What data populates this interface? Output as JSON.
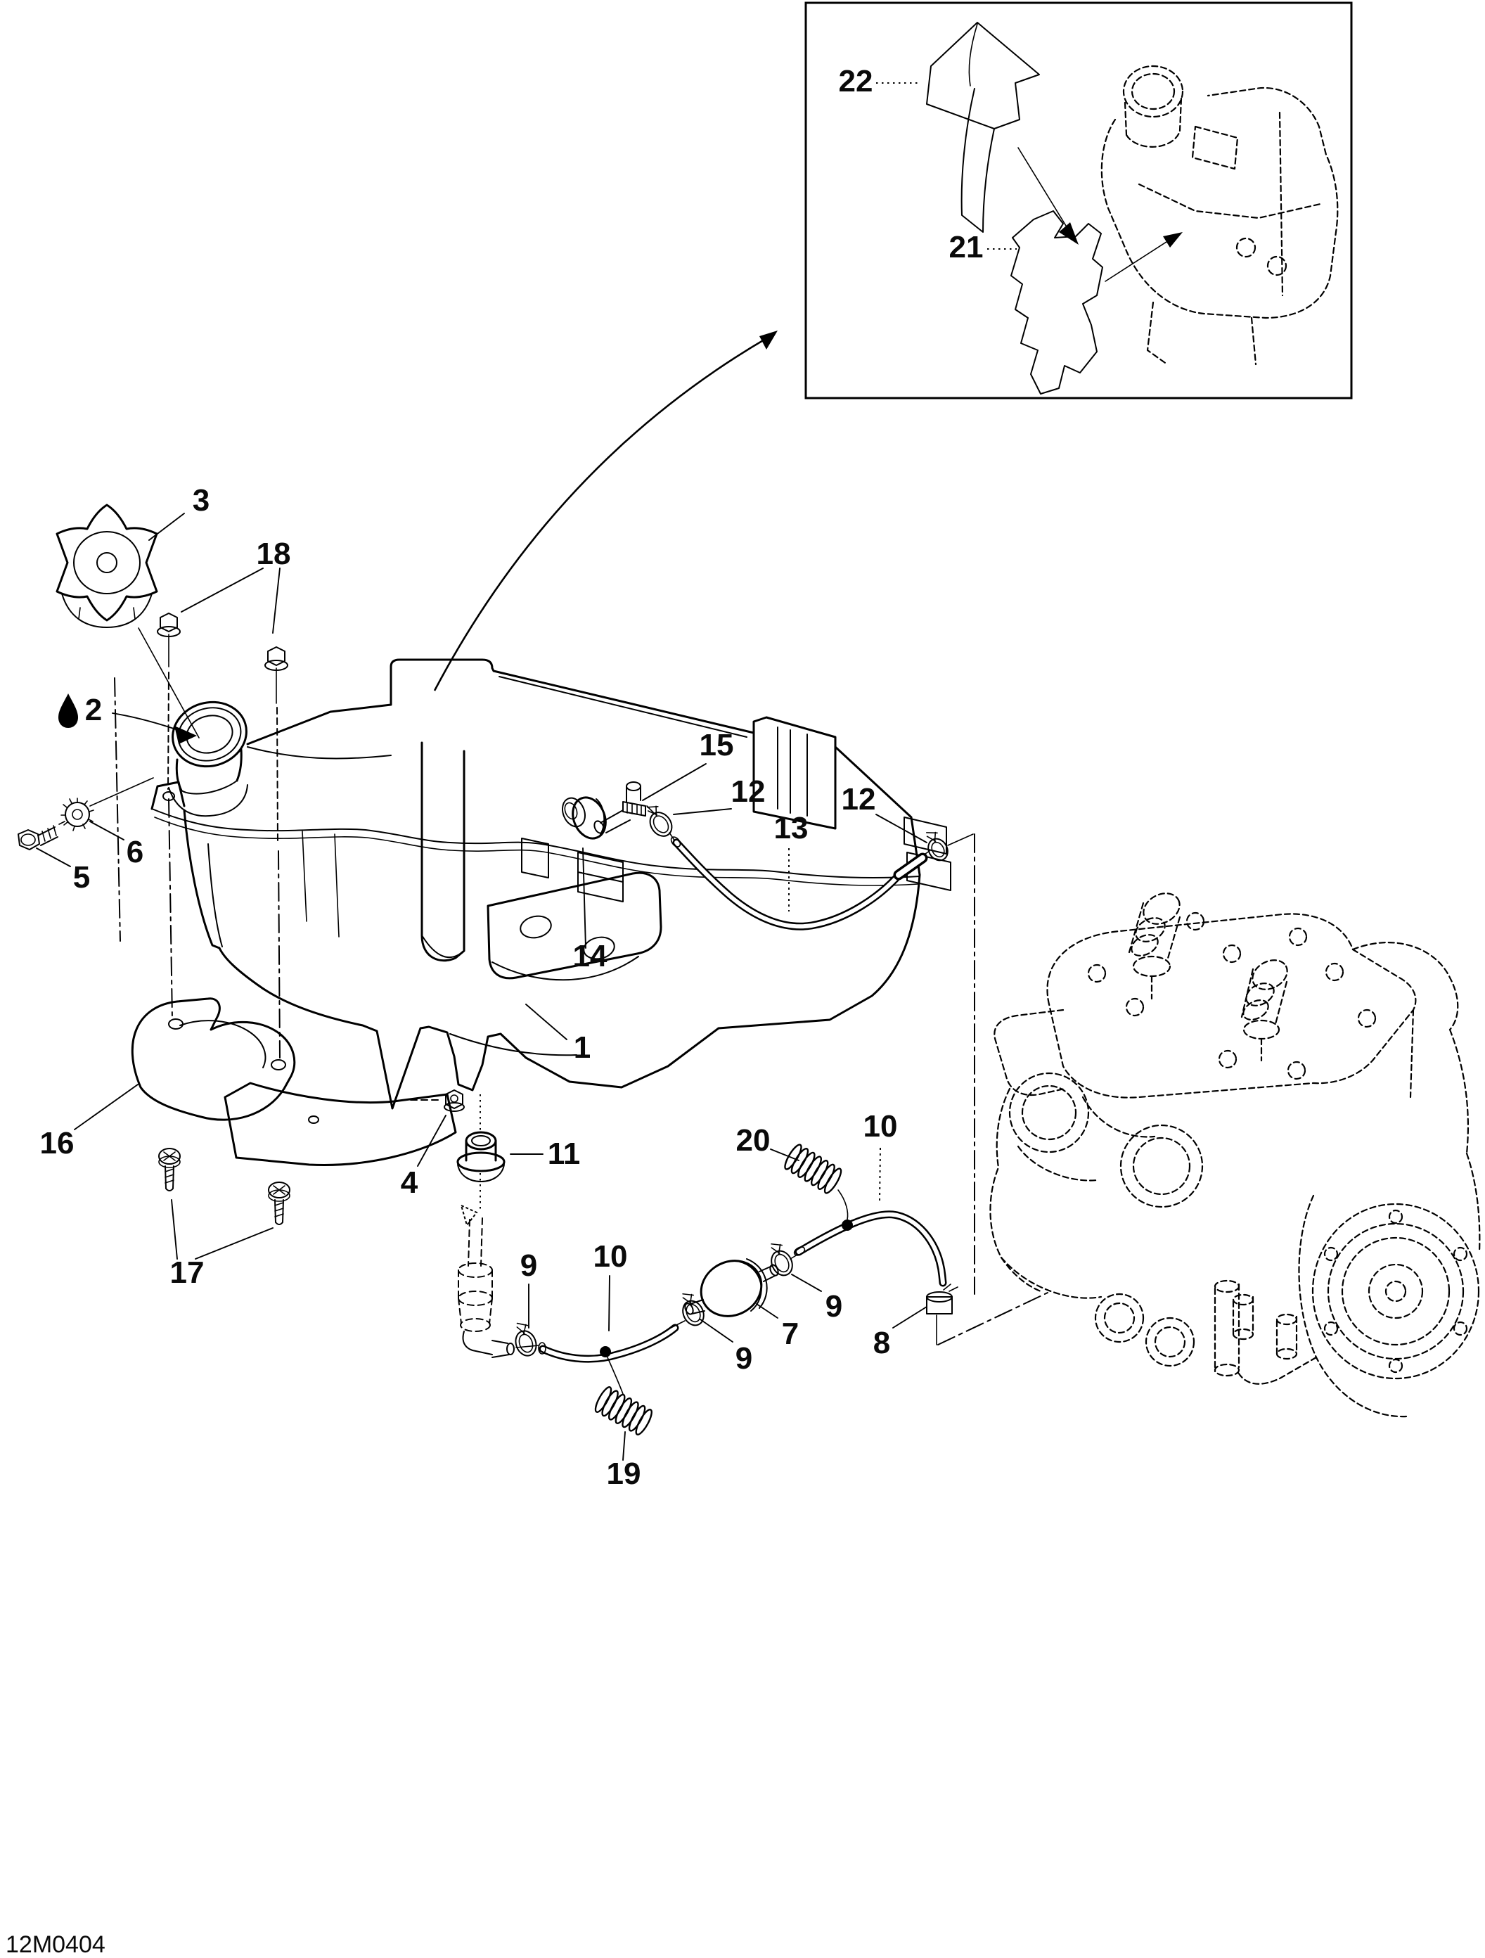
{
  "page": {
    "background": "#ffffff",
    "line_color": "#000000",
    "drawing_code": "12M0404",
    "type": "exploded-parts-diagram",
    "subject": "oil injection tank and oil lines with reference engine"
  },
  "icons": [
    {
      "name": "oil-drop-icon",
      "meaning": "injection oil fill point"
    }
  ],
  "callouts": [
    {
      "part": "1",
      "text": "1",
      "component": "oil tank"
    },
    {
      "part": "2",
      "text": "2",
      "component": "filler neck (oil fill)"
    },
    {
      "part": "3",
      "text": "3",
      "component": "filler cap knob"
    },
    {
      "part": "4",
      "text": "4",
      "component": "nut"
    },
    {
      "part": "5",
      "text": "5",
      "component": "bolt"
    },
    {
      "part": "6",
      "text": "6",
      "component": "toothed washer"
    },
    {
      "part": "7",
      "text": "7",
      "component": "oil filter"
    },
    {
      "part": "8",
      "text": "8",
      "component": "clamp at engine"
    },
    {
      "part": "9",
      "text": "9",
      "component": "hose clamp"
    },
    {
      "part": "9",
      "text": "9",
      "component": "hose clamp"
    },
    {
      "part": "9",
      "text": "9",
      "component": "hose clamp"
    },
    {
      "part": "10",
      "text": "10",
      "component": "oil hose (lower left)"
    },
    {
      "part": "10",
      "text": "10",
      "component": "oil hose (lower right)"
    },
    {
      "part": "11",
      "text": "11",
      "component": "grommet"
    },
    {
      "part": "12",
      "text": "12",
      "component": "clamp (vent hose left)"
    },
    {
      "part": "12",
      "text": "12",
      "component": "clamp (vent hose right)"
    },
    {
      "part": "13",
      "text": "13",
      "component": "vent hose"
    },
    {
      "part": "14",
      "text": "14",
      "component": "grommet"
    },
    {
      "part": "15",
      "text": "15",
      "component": "elbow fitting"
    },
    {
      "part": "16",
      "text": "16",
      "component": "support bracket"
    },
    {
      "part": "17",
      "text": "17",
      "component": "screws"
    },
    {
      "part": "18",
      "text": "18",
      "component": "flanged nuts"
    },
    {
      "part": "19",
      "text": "19",
      "component": "spring (inside hose)"
    },
    {
      "part": "20",
      "text": "20",
      "component": "spring (inside hose)"
    },
    {
      "part": "21",
      "text": "21",
      "component": "foam pad (inset)"
    },
    {
      "part": "22",
      "text": "22",
      "component": "decal (inset)"
    }
  ]
}
